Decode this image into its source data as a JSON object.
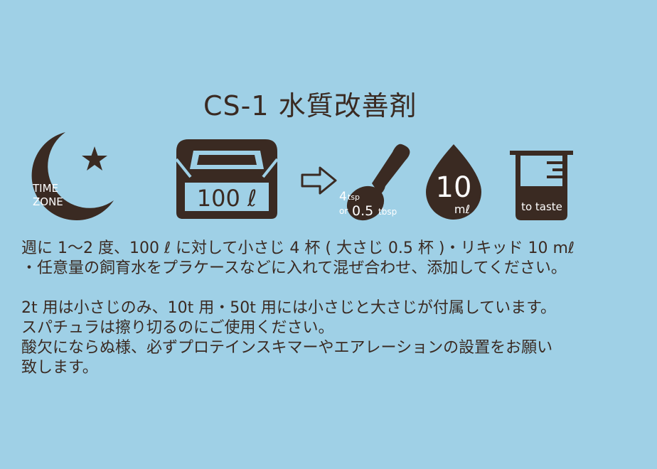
{
  "title": "CS-1 水質改善剤",
  "colors": {
    "background": "#9fd0e6",
    "ink": "#3a2a22",
    "white": "#ffffff"
  },
  "icons": {
    "moon": {
      "name": "moon-star-icon",
      "label_line1": "TIME",
      "label_line2": "ZONE"
    },
    "tank": {
      "name": "tank-icon",
      "label": "100 ℓ"
    },
    "arrow": {
      "name": "arrow-right-icon"
    },
    "spoon": {
      "name": "spoon-icon",
      "tsp_number": "4",
      "tsp_unit": "tsp",
      "tbsp_prefix": "or",
      "tbsp_number": "0.5",
      "tbsp_unit": "tbsp"
    },
    "drop": {
      "name": "drop-icon",
      "number": "10",
      "unit": "mℓ"
    },
    "beaker": {
      "name": "beaker-icon",
      "label": "to taste"
    }
  },
  "paragraphs": [
    [
      "週に 1～2 度、100 ℓ に対して小さじ 4 杯 ( 大さじ 0.5 杯 )・リキッド 10 mℓ",
      "・任意量の飼育水をプラケースなどに入れて混ぜ合わせ、添加してください。"
    ],
    [
      "2t 用は小さじのみ、10t 用・50t 用には小さじと大さじが付属しています。",
      "スパチュラは擦り切るのにご使用ください。",
      "酸欠にならぬ様、必ずプロテインスキマーやエアレーションの設置をお願い",
      "致します。"
    ]
  ]
}
